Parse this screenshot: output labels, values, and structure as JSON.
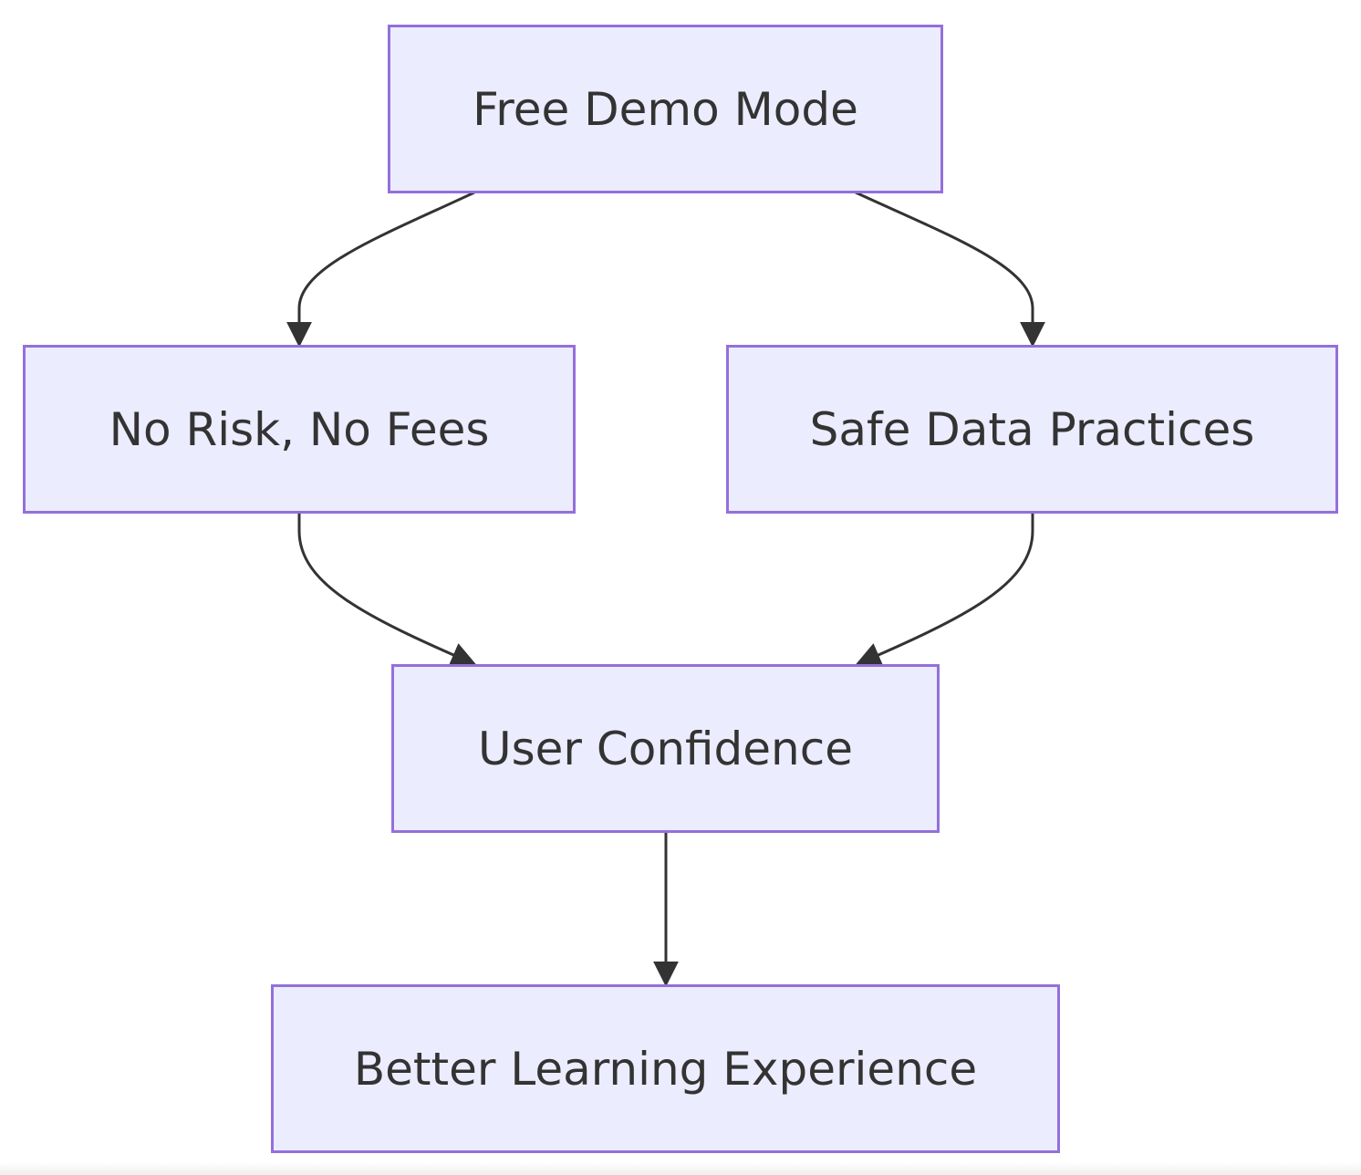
{
  "diagram": {
    "type": "flowchart",
    "direction": "top-down",
    "nodes": [
      {
        "id": "free_demo",
        "label": "Free Demo Mode"
      },
      {
        "id": "no_risk",
        "label": "No Risk, No Fees"
      },
      {
        "id": "safe_data",
        "label": "Safe Data Practices"
      },
      {
        "id": "confidence",
        "label": "User Confidence"
      },
      {
        "id": "learning",
        "label": "Better Learning Experience"
      }
    ],
    "edges": [
      {
        "from": "free_demo",
        "to": "no_risk"
      },
      {
        "from": "free_demo",
        "to": "safe_data"
      },
      {
        "from": "no_risk",
        "to": "confidence"
      },
      {
        "from": "safe_data",
        "to": "confidence"
      },
      {
        "from": "confidence",
        "to": "learning"
      }
    ],
    "colors": {
      "node_fill": "#ECECFF",
      "node_border": "#9370DB",
      "edge": "#333333",
      "text": "#333333"
    }
  }
}
